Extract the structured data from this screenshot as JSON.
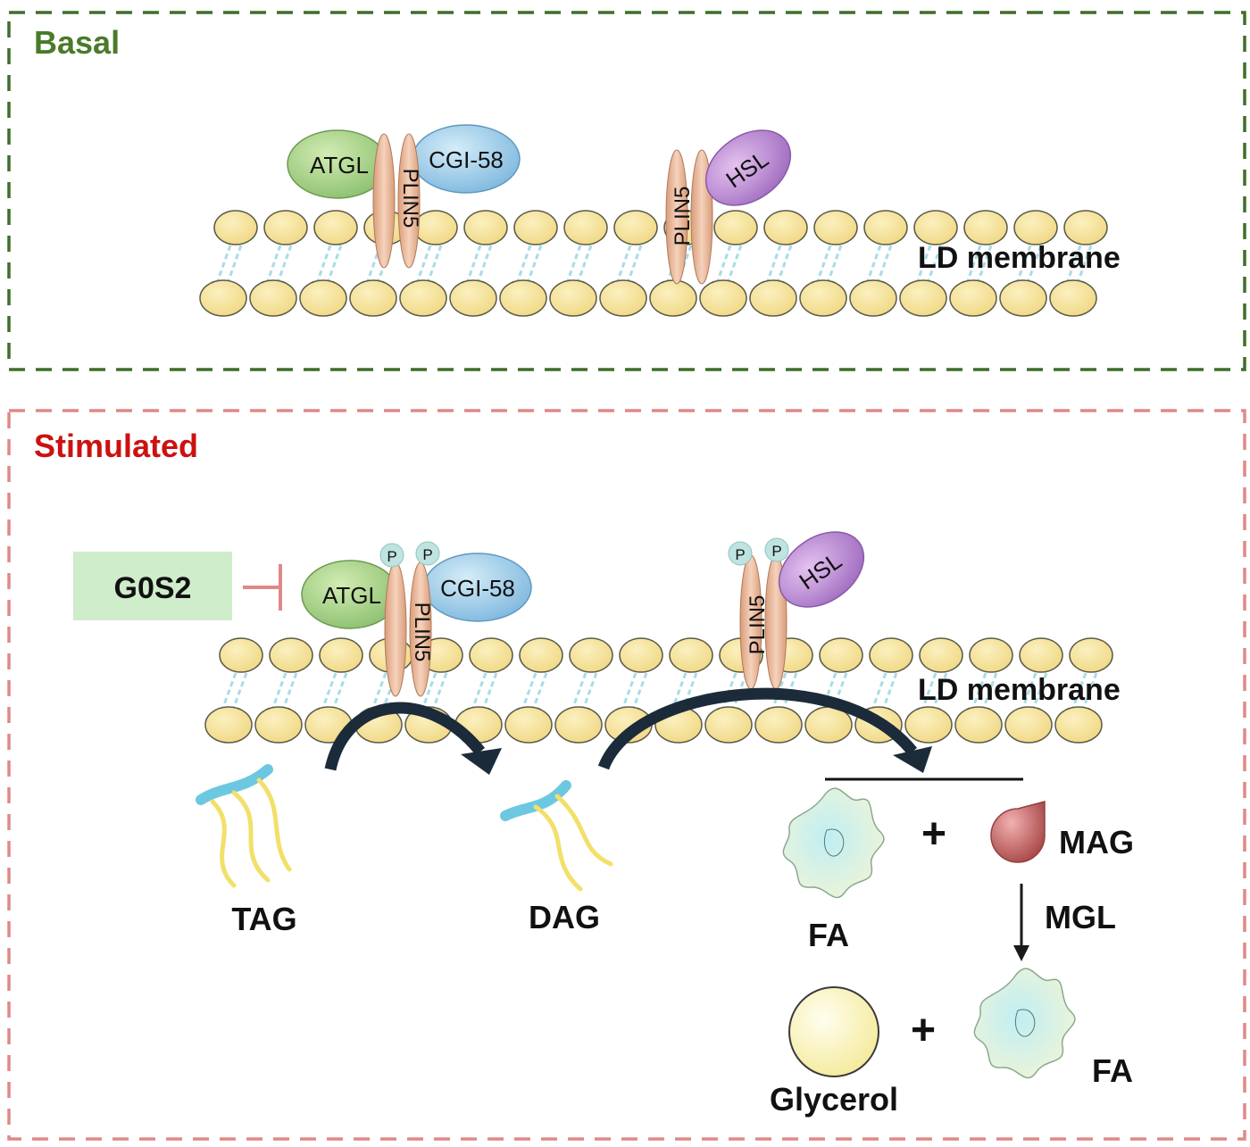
{
  "panels": {
    "basal": {
      "title": "Basal",
      "color": "#4a7a2a",
      "border_color": "#3e6e2a"
    },
    "stimulated": {
      "title": "Stimulated",
      "color": "#cc1111",
      "border_color": "#e08888"
    }
  },
  "labels": {
    "membrane_basal": "LD membrane",
    "membrane_stim": "LD membrane",
    "atgl": "ATGL",
    "cgi58": "CGI-58",
    "plin5": "PLIN5",
    "hsl": "HSL",
    "phospho": "P",
    "g0s2": "G0S2",
    "tag": "TAG",
    "dag": "DAG",
    "fa": "FA",
    "mag": "MAG",
    "mgl": "MGL",
    "glycerol": "Glycerol",
    "plus": "+"
  },
  "colors": {
    "lipid_head": "#f6e39a",
    "lipid_tail": "#a8dce8",
    "atgl": "#a8d08a",
    "cgi58": "#9ccbe8",
    "plin5": "#e8b898",
    "hsl": "#b884cc",
    "phospho": "#bfe3e0",
    "g0s2_box": "#cfeccb",
    "inhibit_line": "#e08888",
    "arrow": "#1c2b3a",
    "tail_yellow": "#f2e06a",
    "tail_blue": "#6cc8e0",
    "mag": "#c86a6a",
    "glycerol": "#fbf6b8"
  }
}
